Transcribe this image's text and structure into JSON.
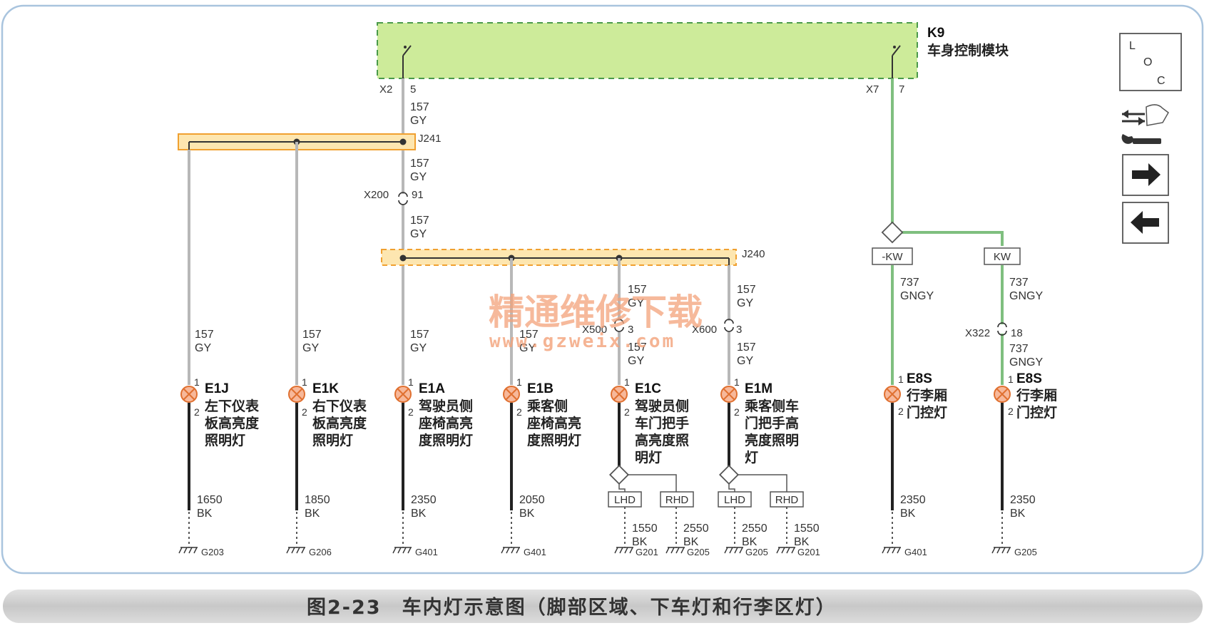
{
  "module": {
    "code": "K9",
    "name": "车身控制模块",
    "left_connector": "X2",
    "left_pin": "5",
    "right_connector": "X7",
    "right_pin": "7"
  },
  "splices": {
    "upper": "J241",
    "lower": "J240"
  },
  "wires": {
    "main_circuit": "157",
    "main_color": "GY",
    "trunk_circuit": "737",
    "trunk_color": "GNGY",
    "ground_color": "BK"
  },
  "inline_connectors": {
    "x200": {
      "name": "X200",
      "pin": "91"
    },
    "x500": {
      "name": "X500",
      "pin": "3"
    },
    "x600": {
      "name": "X600",
      "pin": "3"
    },
    "x322": {
      "name": "X322",
      "pin": "18"
    }
  },
  "options": {
    "neg_kw": "-KW",
    "kw": "KW",
    "lhd": "LHD",
    "rhd": "RHD"
  },
  "pins": {
    "one": "1",
    "two": "2"
  },
  "lamps": [
    {
      "code": "E1J",
      "lines": [
        "左下仪表",
        "板高亮度",
        "照明灯"
      ],
      "ground_circuit": "1650",
      "ground": "G203"
    },
    {
      "code": "E1K",
      "lines": [
        "右下仪表",
        "板高亮度",
        "照明灯"
      ],
      "ground_circuit": "1850",
      "ground": "G206"
    },
    {
      "code": "E1A",
      "lines": [
        "驾驶员侧",
        "座椅高亮",
        "度照明灯"
      ],
      "ground_circuit": "2350",
      "ground": "G401"
    },
    {
      "code": "E1B",
      "lines": [
        "乘客侧",
        "座椅高亮",
        "度照明灯"
      ],
      "ground_circuit": "2050",
      "ground": "G401"
    },
    {
      "code": "E1C",
      "lines": [
        "驾驶员侧",
        "车门把手",
        "高亮度照",
        "明灯"
      ],
      "lhd_circuit": "1550",
      "lhd_ground": "G201",
      "rhd_circuit": "2550",
      "rhd_ground": "G205"
    },
    {
      "code": "E1M",
      "lines": [
        "乘客侧车",
        "门把手高",
        "亮度照明",
        "灯"
      ],
      "lhd_circuit": "2550",
      "lhd_ground": "G205",
      "rhd_circuit": "1550",
      "rhd_ground": "G201"
    },
    {
      "code": "E8S",
      "lines": [
        "行李厢",
        "门控灯"
      ],
      "ground_circuit": "2350",
      "ground": "G401"
    },
    {
      "code": "E8S",
      "lines": [
        "行李厢",
        "门控灯"
      ],
      "ground_circuit": "2350",
      "ground": "G205"
    }
  ],
  "legend": {
    "loc_l": "L",
    "loc_o": "O",
    "loc_c": "C"
  },
  "watermark": {
    "cn": "精通维修下载",
    "url": "www.gzweix.com"
  },
  "caption": "图2-23　车内灯示意图（脚部区域、下车灯和行李区灯）",
  "colors": {
    "module_fill": "#cdeb9a",
    "module_border": "#4a9a4a",
    "splice_fill": "#fde6b0",
    "splice_border": "#f0a030",
    "gy_wire": "#b8b8b8",
    "gngy_wire": "#7fbf7f",
    "lamp_fill": "#f7b89a",
    "lamp_stroke": "#e07030",
    "frame": "#a9c4de",
    "caption_bar": "#cfcfcf"
  }
}
